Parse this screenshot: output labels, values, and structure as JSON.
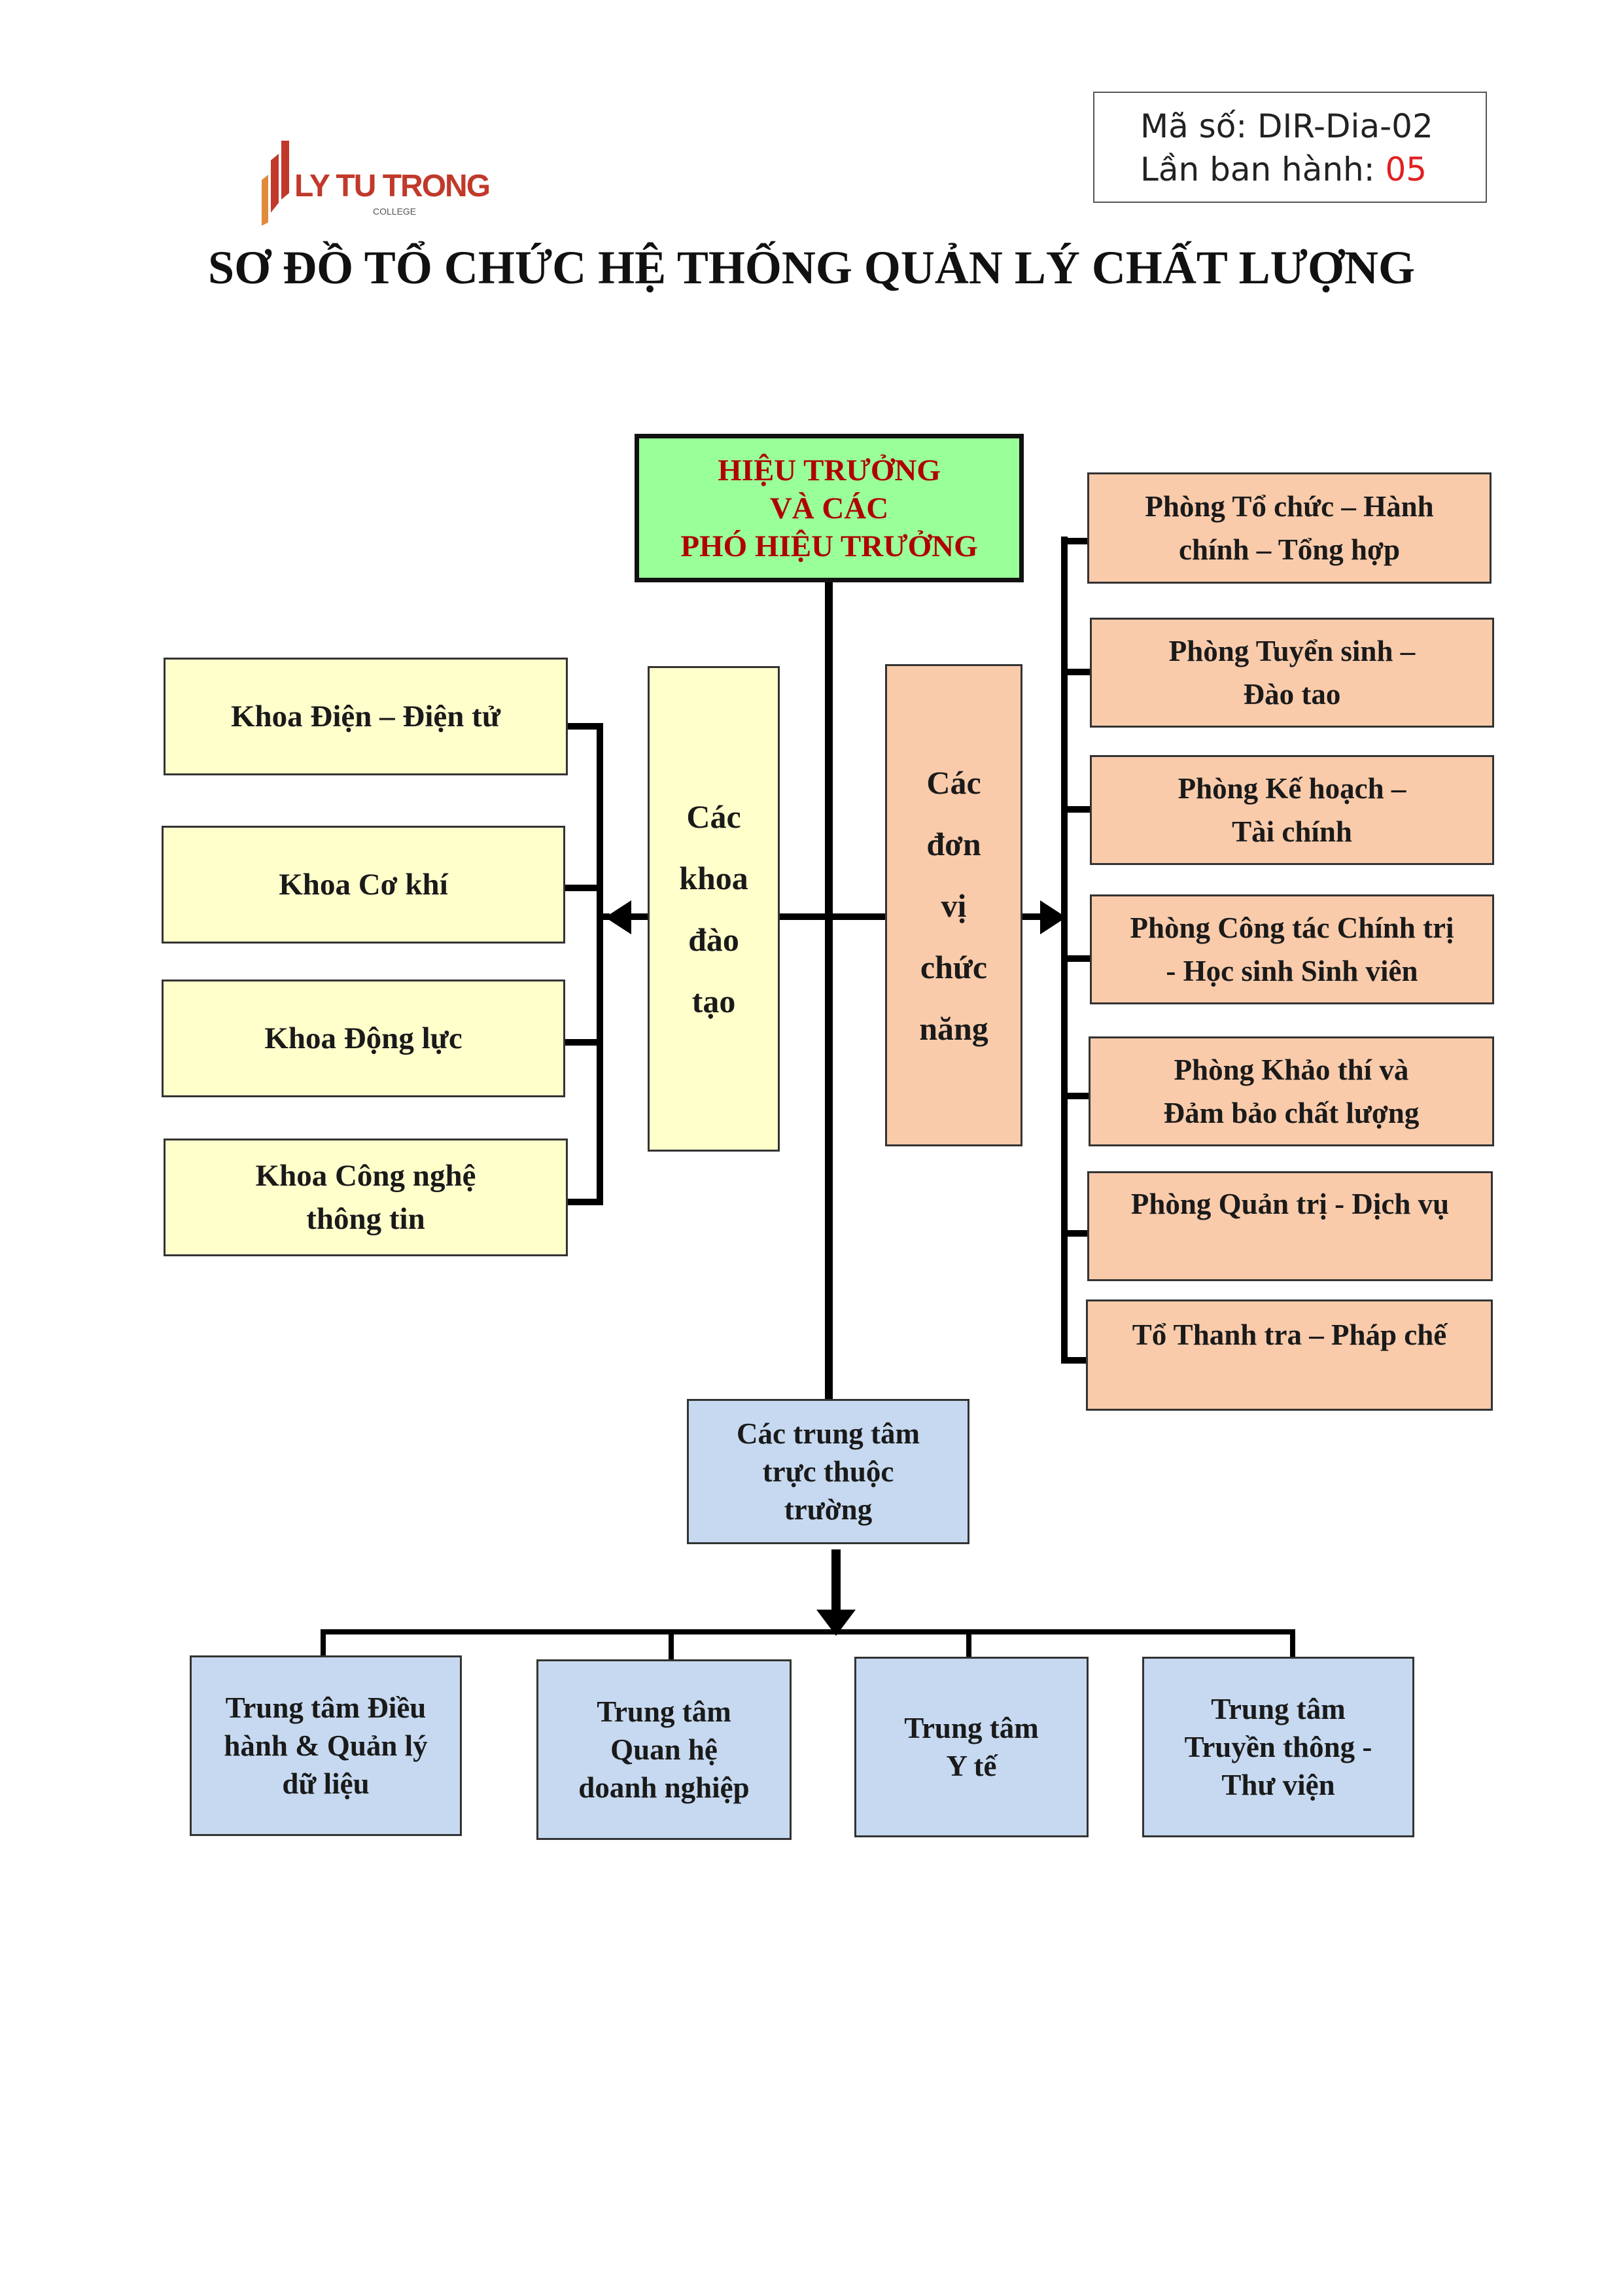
{
  "header": {
    "code_line": "Mã số: DIR-Dia-02",
    "issue_label": "Lần ban hành: ",
    "issue_number": "05"
  },
  "logo": {
    "name": "LY TU TRONG",
    "sub": "COLLEGE"
  },
  "title": "SƠ ĐỒ TỔ CHỨC HỆ THỐNG QUẢN LÝ CHẤT LƯỢNG",
  "colors": {
    "top": "#99ff99",
    "faculties": "#ffffcc",
    "functional": "#f9cbab",
    "centers": "#c6d9f0",
    "top_text": "#b00000"
  },
  "top": {
    "lines": [
      "HIỆU TRƯỞNG",
      "VÀ CÁC",
      "PHÓ HIỆU TRƯỞNG"
    ]
  },
  "faculty_group": {
    "lines": [
      "Các",
      "khoa",
      "đào",
      "tạo"
    ]
  },
  "function_group": {
    "lines": [
      "Các",
      "đơn",
      "vị",
      "chức",
      "năng"
    ]
  },
  "faculties": [
    {
      "lines": [
        "Khoa Điện – Điện tử"
      ]
    },
    {
      "lines": [
        "Khoa Cơ khí"
      ]
    },
    {
      "lines": [
        "Khoa Động lực"
      ]
    },
    {
      "lines": [
        "Khoa Công nghệ",
        "thông tin"
      ]
    }
  ],
  "departments": [
    {
      "lines": [
        "Phòng Tổ chức – Hành",
        "chính – Tổng hợp"
      ]
    },
    {
      "lines": [
        "Phòng Tuyển sinh –",
        "Đào tao"
      ]
    },
    {
      "lines": [
        "Phòng Kế hoạch –",
        "Tài chính"
      ]
    },
    {
      "lines": [
        "Phòng Công tác Chính trị",
        "- Học sinh Sinh viên"
      ]
    },
    {
      "lines": [
        "Phòng Khảo thí và",
        "Đảm bảo chất lượng"
      ]
    },
    {
      "lines": [
        "Phòng Quản trị - Dịch vụ"
      ]
    },
    {
      "lines": [
        "Tổ Thanh tra – Pháp chế"
      ]
    }
  ],
  "centers_group": {
    "lines": [
      "Các trung tâm",
      "trực thuộc",
      "trường"
    ]
  },
  "centers": [
    {
      "lines": [
        "Trung tâm Điều",
        "hành & Quản lý",
        "dữ liệu"
      ]
    },
    {
      "lines": [
        "Trung tâm",
        "Quan hệ",
        "doanh nghiệp"
      ]
    },
    {
      "lines": [
        "Trung tâm",
        "Y tế"
      ]
    },
    {
      "lines": [
        "Trung tâm",
        "Truyền thông -",
        "Thư viện"
      ]
    }
  ]
}
